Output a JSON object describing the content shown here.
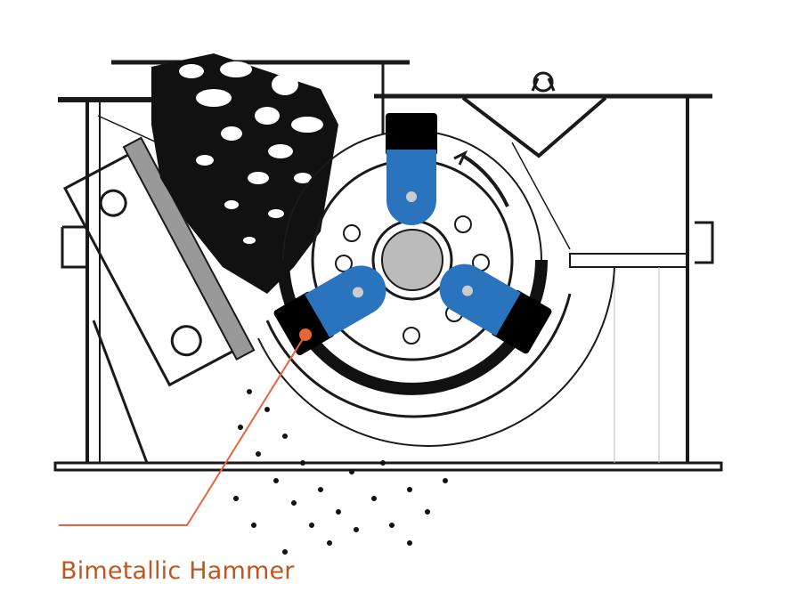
{
  "diagram": {
    "subject": "hammer crusher cross-section",
    "labels": [
      {
        "text": "Bimetallic Hammer",
        "target": "lower-left hammer"
      }
    ],
    "colors": {
      "hammer_body": "#2a73bd",
      "hammer_tip": "#000000",
      "leader_line": "#e8643a",
      "label_text": "#c0561f",
      "line_art": "#1a1a1a"
    },
    "components": [
      "frame",
      "feed-hopper",
      "rotor-disc",
      "shaft",
      "hammers",
      "grate-bars",
      "crushed-material",
      "liner-plate"
    ]
  }
}
